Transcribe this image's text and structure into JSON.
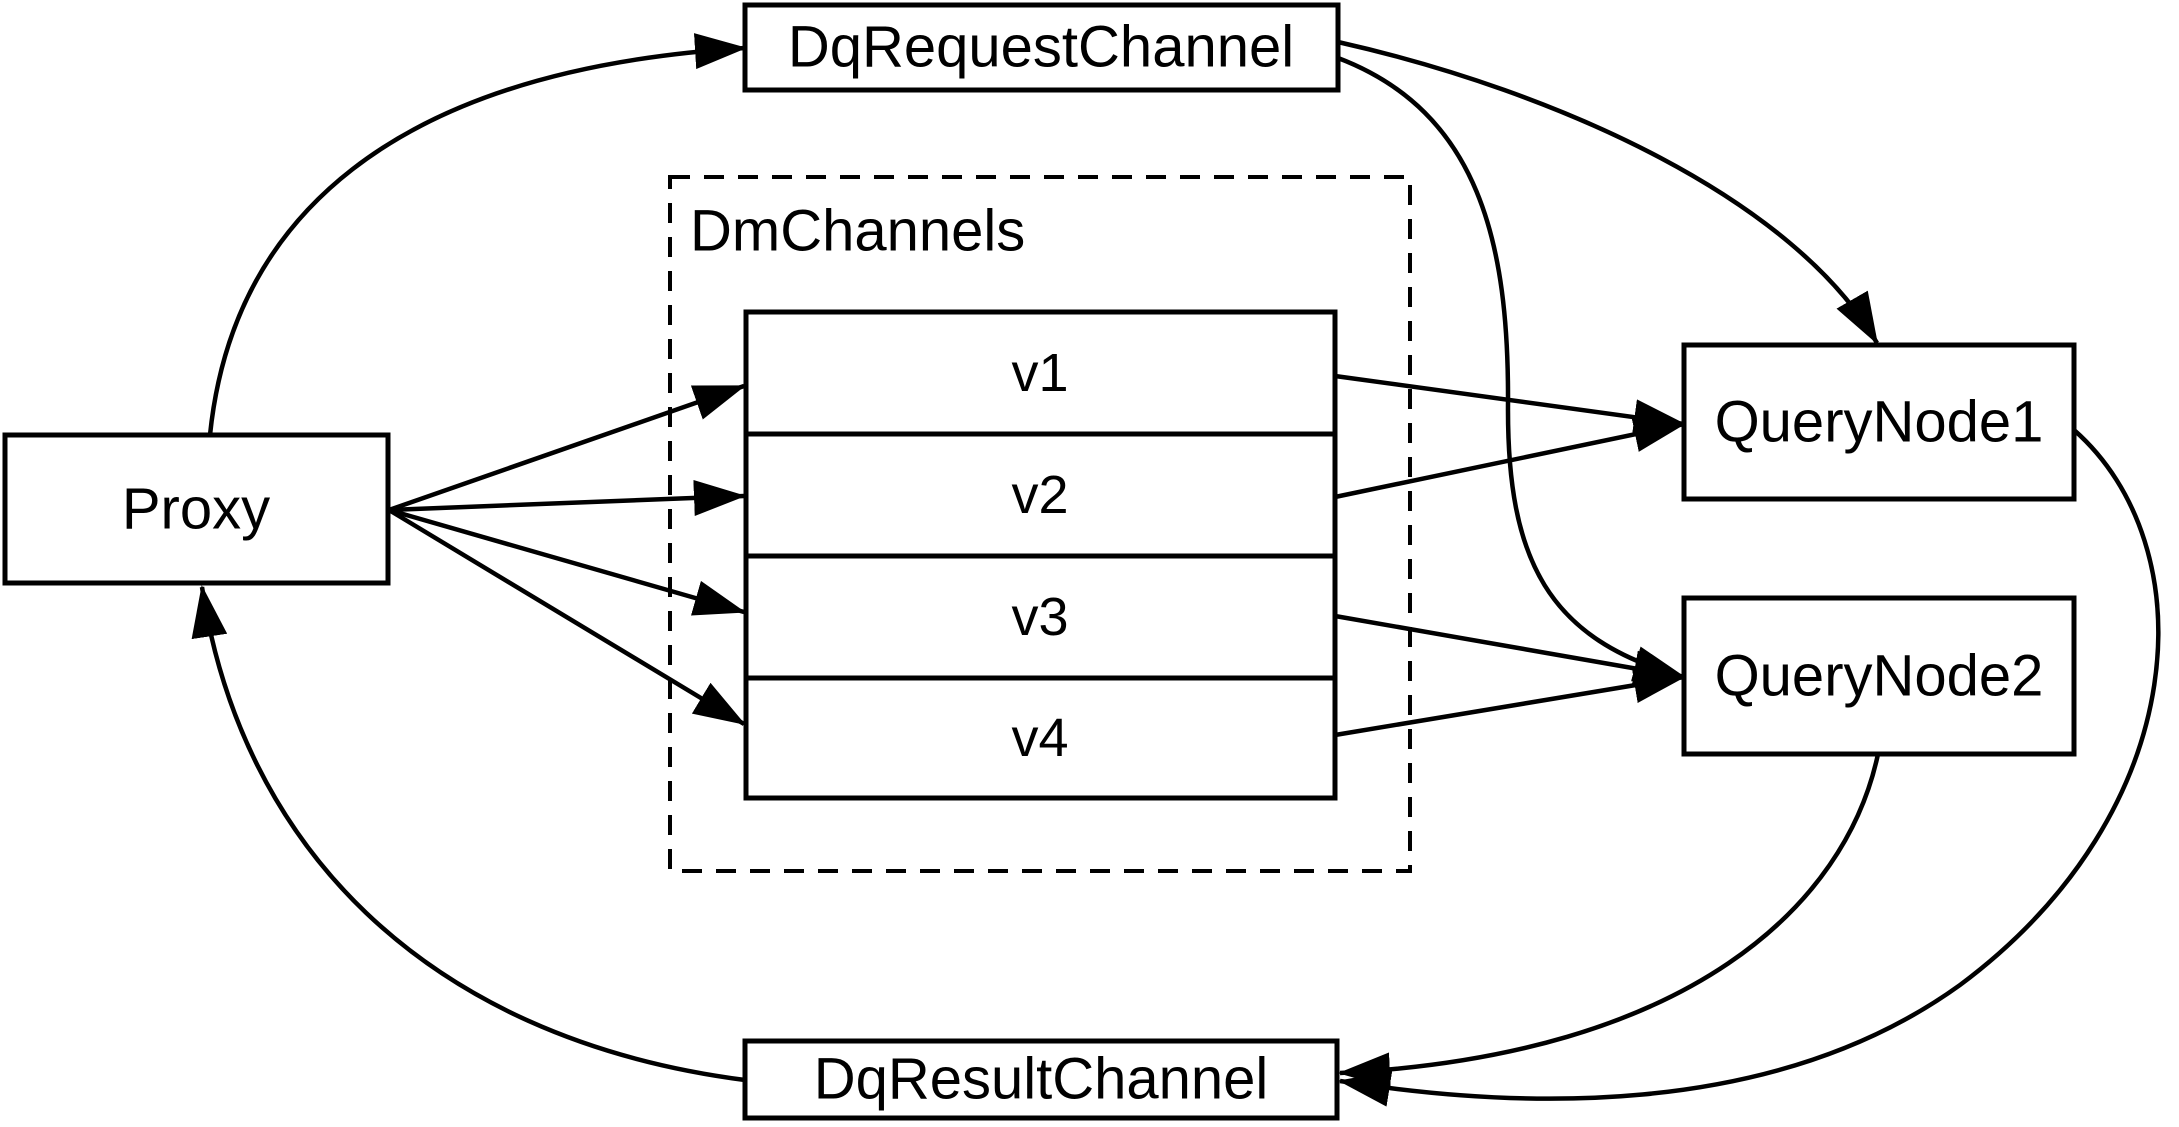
{
  "diagram": {
    "background_color": "#ffffff",
    "stroke_color": "#000000",
    "nodes": {
      "proxy": {
        "label": "Proxy"
      },
      "dq_request_channel": {
        "label": "DqRequestChannel"
      },
      "dm_channels_group": {
        "label": "DmChannels"
      },
      "channels": [
        {
          "label": "v1"
        },
        {
          "label": "v2"
        },
        {
          "label": "v3"
        },
        {
          "label": "v4"
        }
      ],
      "query_node_1": {
        "label": "QueryNode1"
      },
      "query_node_2": {
        "label": "QueryNode2"
      },
      "dq_result_channel": {
        "label": "DqResultChannel"
      }
    },
    "edges": [
      {
        "from": "Proxy",
        "to": "DqRequestChannel"
      },
      {
        "from": "Proxy",
        "to": "v1"
      },
      {
        "from": "Proxy",
        "to": "v2"
      },
      {
        "from": "Proxy",
        "to": "v3"
      },
      {
        "from": "Proxy",
        "to": "v4"
      },
      {
        "from": "v1",
        "to": "QueryNode1"
      },
      {
        "from": "v2",
        "to": "QueryNode1"
      },
      {
        "from": "v3",
        "to": "QueryNode2"
      },
      {
        "from": "v4",
        "to": "QueryNode2"
      },
      {
        "from": "DqRequestChannel",
        "to": "QueryNode1"
      },
      {
        "from": "DqRequestChannel",
        "to": "QueryNode2"
      },
      {
        "from": "QueryNode1",
        "to": "DqResultChannel"
      },
      {
        "from": "QueryNode2",
        "to": "DqResultChannel"
      },
      {
        "from": "DqResultChannel",
        "to": "Proxy"
      }
    ]
  }
}
